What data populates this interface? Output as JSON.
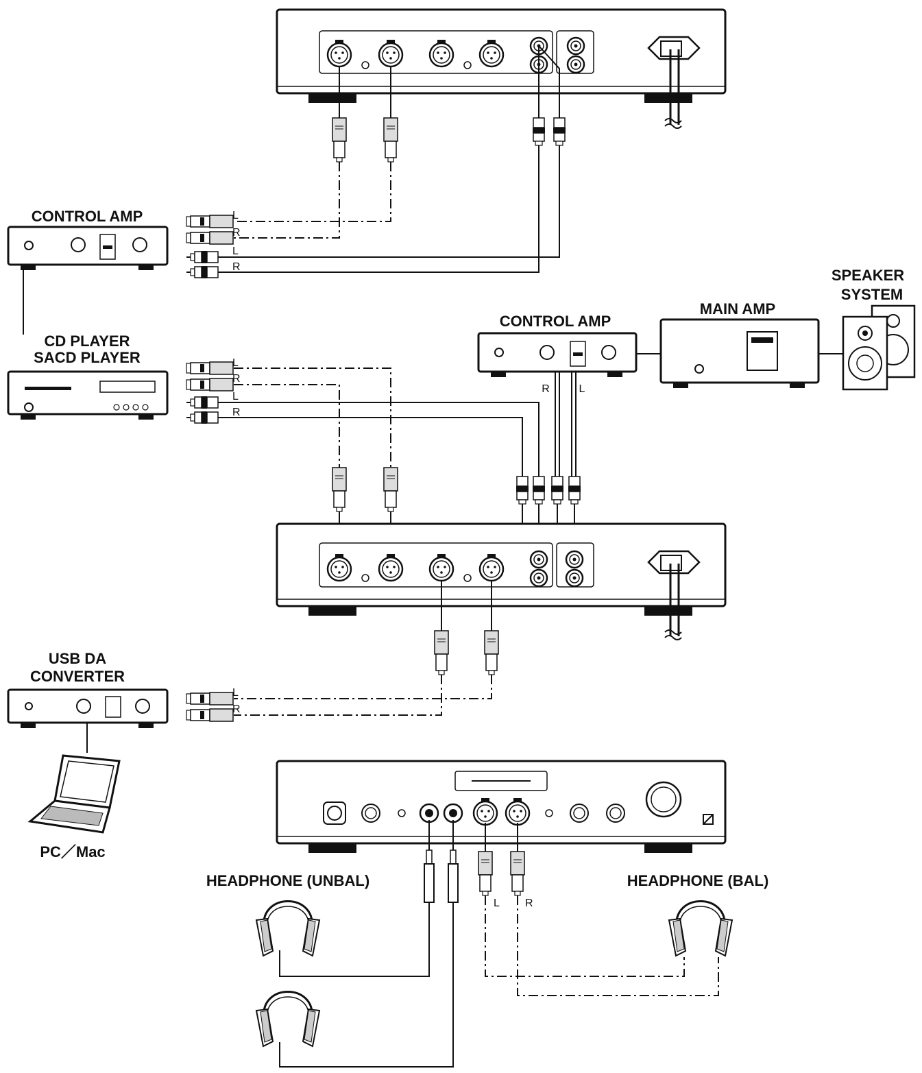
{
  "labels": {
    "control_amp_1": "CONTROL AMP",
    "cd_player_line1": "CD PLAYER",
    "cd_player_line2": "SACD PLAYER",
    "control_amp_2": "CONTROL AMP",
    "main_amp": "MAIN AMP",
    "speaker_line1": "SPEAKER",
    "speaker_line2": "SYSTEM",
    "usb_da_line1": "USB DA",
    "usb_da_line2": "CONVERTER",
    "pc_mac": "PC／Mac",
    "headphone_unbal": "HEADPHONE (UNBAL)",
    "headphone_bal": "HEADPHONE (BAL)"
  },
  "channels": {
    "left": "L",
    "right": "R"
  },
  "colors": {
    "ink": "#111111",
    "paper": "#ffffff"
  }
}
